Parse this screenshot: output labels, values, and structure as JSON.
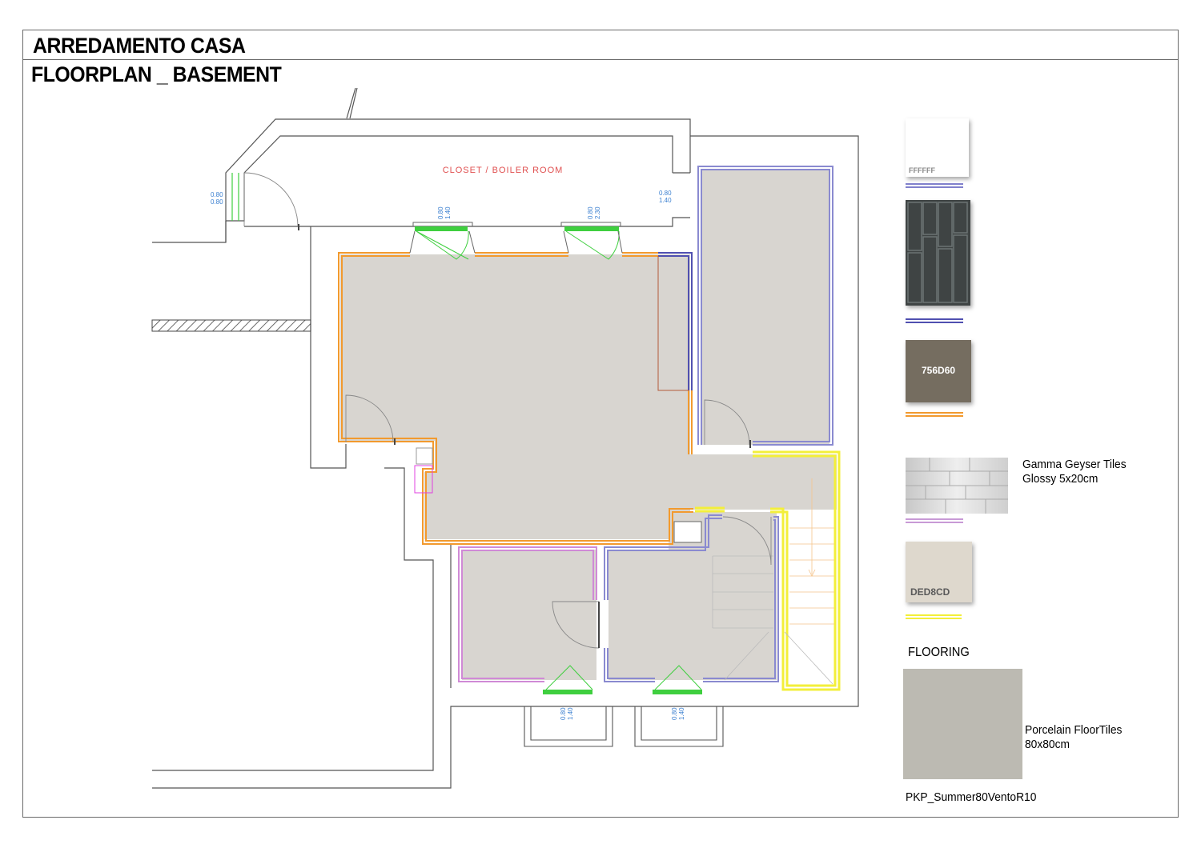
{
  "header": {
    "title": "ARREDAMENTO CASA",
    "subtitle": "FLOORPLAN _ BASEMENT"
  },
  "plan": {
    "room_label": "CLOSET / BOILER ROOM",
    "dimensions": {
      "left_door": "0.80\n0.80",
      "window_1": "0.80\n1.40",
      "window_2": "0.80\n2.30",
      "right_opening": "0.80\n1.40",
      "bottom_window_1": "0.80\n1.40",
      "bottom_window_2": "0.80\n1.40"
    }
  },
  "legend": {
    "swatches": [
      {
        "code": "FFFFFF",
        "color": "#ffffff",
        "line_color": "#8080cc"
      },
      {
        "code": "",
        "color": "#3f4444",
        "line_color": "#5050b0",
        "pattern": "dark-tile"
      },
      {
        "code": "756D60",
        "color": "#756d60",
        "line_color": "#f29a2e"
      },
      {
        "code": "",
        "color": "#d7d7d7",
        "line_color": "#c89ad6",
        "pattern": "light-tile"
      },
      {
        "code": "DED8CD",
        "color": "#ded8cd",
        "line_color": "#f3ef3a"
      }
    ],
    "geyser_label_1": "Gamma Geyser Tiles",
    "geyser_label_2": "Glossy 5x20cm",
    "flooring_heading": "FLOORING",
    "floor_tile_color": "#bcbab2",
    "floor_label_1": "Porcelain FloorTiles",
    "floor_label_2": "80x80cm",
    "floor_code": "PKP_Summer80VentoR10"
  }
}
